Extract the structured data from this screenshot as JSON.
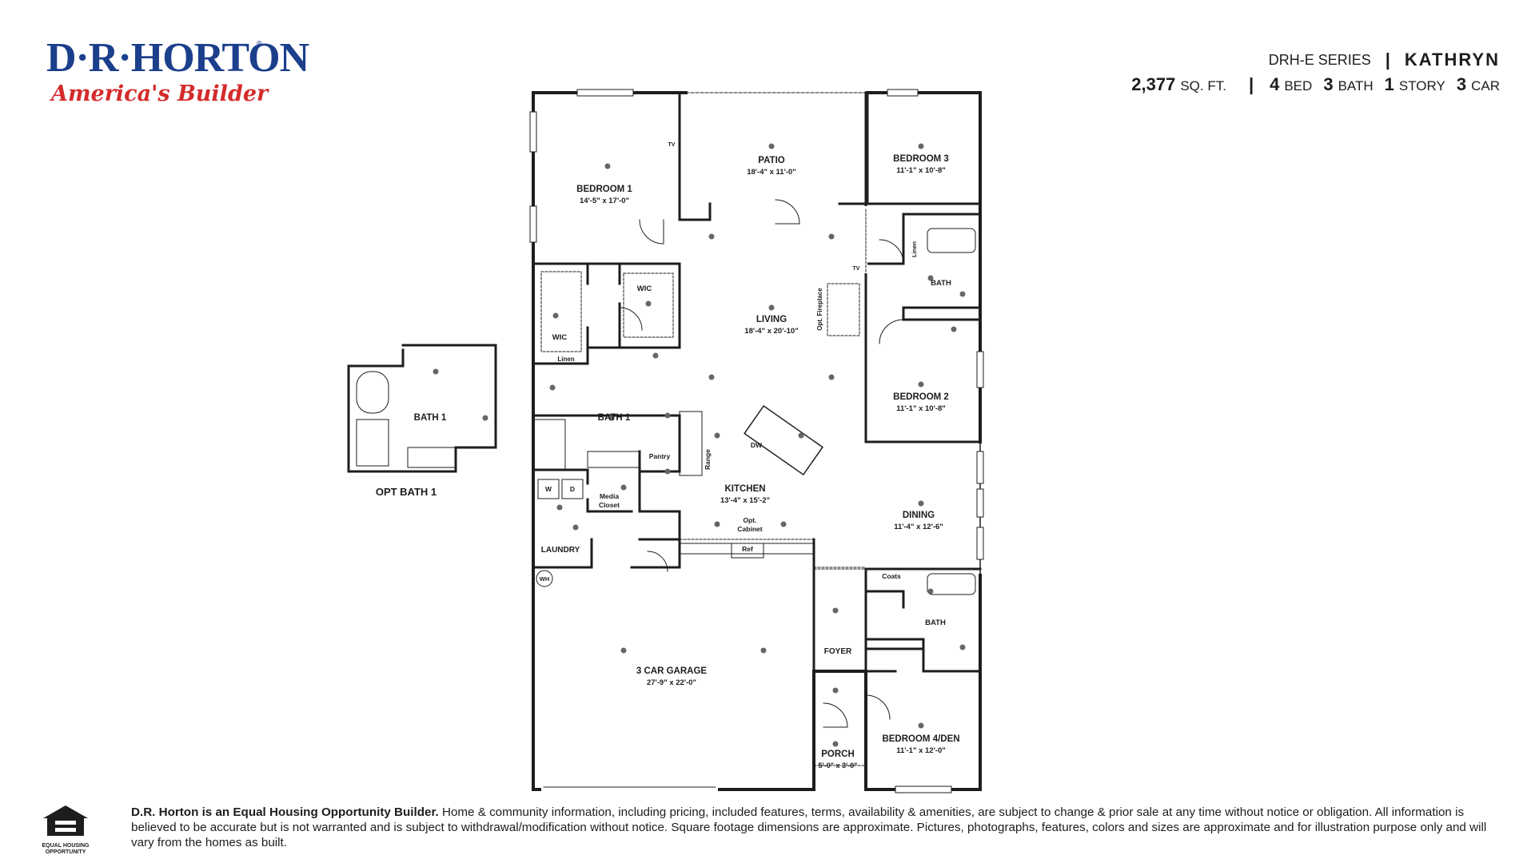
{
  "brand": {
    "name": "D·R·HORTON",
    "tagline": "America's Builder",
    "registered": "®"
  },
  "header": {
    "series": "DRH-E SERIES",
    "separator": "|",
    "plan_name": "KATHRYN",
    "sqft_value": "2,377",
    "sqft_unit": "SQ. FT.",
    "beds_value": "4",
    "beds_unit": "BED",
    "baths_value": "3",
    "baths_unit": "BATH",
    "stories_value": "1",
    "stories_unit": "STORY",
    "cars_value": "3",
    "cars_unit": "CAR"
  },
  "rooms": {
    "bedroom1": {
      "name": "BEDROOM 1",
      "dims": "14'-5\" x 17'-0\""
    },
    "patio": {
      "name": "PATIO",
      "dims": "18'-4\" x 11'-0\""
    },
    "bedroom3": {
      "name": "BEDROOM 3",
      "dims": "11'-1\" x 10'-8\""
    },
    "living": {
      "name": "LIVING",
      "dims": "18'-4\" x 20'-10\""
    },
    "bedroom2": {
      "name": "BEDROOM 2",
      "dims": "11'-1\" x 10'-8\""
    },
    "kitchen": {
      "name": "KITCHEN",
      "dims": "13'-4\" x 15'-2\""
    },
    "dining": {
      "name": "DINING",
      "dims": "11'-4\" x 12'-6\""
    },
    "garage": {
      "name": "3 CAR GARAGE",
      "dims": "27'-9\" x 22'-0\""
    },
    "bedroom4": {
      "name": "BEDROOM 4/DEN",
      "dims": "11'-1\" x 12'-0\""
    },
    "porch": {
      "name": "PORCH",
      "dims": "5'-0\" x 3'-0\""
    },
    "foyer": {
      "name": "FOYER"
    },
    "laundry": {
      "name": "LAUNDRY"
    },
    "bath1": {
      "name": "BATH 1"
    },
    "opt_bath1_room": {
      "name": "BATH 1"
    },
    "opt_bath1_caption": "OPT BATH 1",
    "bath_upper": {
      "name": "BATH"
    },
    "bath_lower": {
      "name": "BATH"
    },
    "wic_left": {
      "name": "WIC"
    },
    "wic_right": {
      "name": "WIC"
    }
  },
  "fixtures": {
    "tv": "TV",
    "linen": "Linen",
    "opt_fireplace": "Opt. Fireplace",
    "pantry": "Pantry",
    "range": "Range",
    "dw": "DW",
    "media_closet_1": "Media",
    "media_closet_2": "Closet",
    "opt_cabinet_1": "Opt.",
    "opt_cabinet_2": "Cabinet",
    "ref": "Ref",
    "washer": "W",
    "dryer": "D",
    "water_heater": "WH",
    "coats": "Coats"
  },
  "footer": {
    "eho_label_1": "EQUAL HOUSING",
    "eho_label_2": "OPPORTUNITY",
    "disclaimer_bold": "D.R. Horton is an Equal Housing Opportunity Builder.",
    "disclaimer_text": " Home & community information, including pricing, included features, terms, availability & amenities, are subject to change & prior sale at any time without notice or obligation. All information is believed to be accurate but is not warranted and is subject to withdrawal/modification without notice. Square footage dimensions are approximate. Pictures, photographs, features, colors and sizes are approximate and for illustration purpose only and will vary from the homes as built."
  },
  "colors": {
    "brand_blue": "#1c3f8c",
    "brand_red": "#d42b2b",
    "wall": "#1d1d1b"
  }
}
